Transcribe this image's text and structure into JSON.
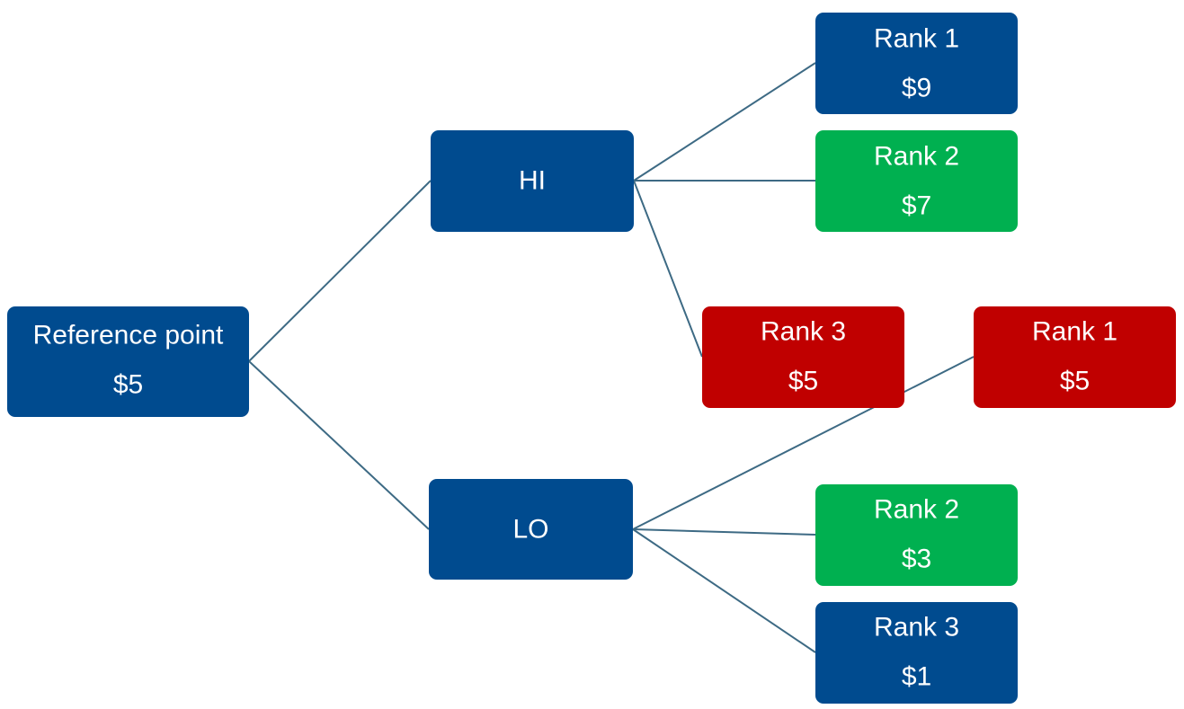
{
  "colors": {
    "blue": "#004b8f",
    "green": "#00b050",
    "red": "#c00000",
    "connector": "#3d6a84",
    "label": "#ffffff"
  },
  "nodes": {
    "reference": {
      "label": "Reference point",
      "value": "$5",
      "color": "blue"
    },
    "hi": {
      "label": "HI",
      "color": "blue"
    },
    "lo": {
      "label": "LO",
      "color": "blue"
    },
    "hi_rank1": {
      "label": "Rank 1",
      "value": "$9",
      "color": "blue"
    },
    "hi_rank2": {
      "label": "Rank 2",
      "value": "$7",
      "color": "green"
    },
    "hi_rank3": {
      "label": "Rank 3",
      "value": "$5",
      "color": "red"
    },
    "lo_rank1": {
      "label": "Rank 1",
      "value": "$5",
      "color": "red"
    },
    "lo_rank2": {
      "label": "Rank 2",
      "value": "$3",
      "color": "green"
    },
    "lo_rank3": {
      "label": "Rank 3",
      "value": "$1",
      "color": "blue"
    }
  },
  "edges": [
    {
      "from": "reference",
      "to": "hi"
    },
    {
      "from": "reference",
      "to": "lo"
    },
    {
      "from": "hi",
      "to": "hi_rank1"
    },
    {
      "from": "hi",
      "to": "hi_rank2"
    },
    {
      "from": "hi",
      "to": "hi_rank3"
    },
    {
      "from": "lo",
      "to": "lo_rank1"
    },
    {
      "from": "lo",
      "to": "lo_rank2"
    },
    {
      "from": "lo",
      "to": "lo_rank3"
    }
  ]
}
